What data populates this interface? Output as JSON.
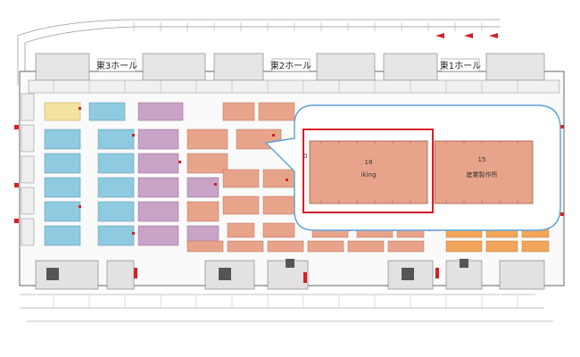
{
  "halls": [
    {
      "label": "東3ホール"
    },
    {
      "label": "東2ホール"
    },
    {
      "label": "東1ホール"
    }
  ],
  "callout": {
    "booths": [
      {
        "number": "18",
        "name": "iking",
        "highlighted": true
      },
      {
        "number": "15",
        "name": "産業製作所",
        "highlighted": false
      }
    ],
    "marker": "0"
  },
  "colors": {
    "salmon": "#e8a48a",
    "blue": "#8ecae0",
    "purple": "#c9a3c7",
    "orange": "#f2a65a",
    "highlight": "#d61f26",
    "callout_border": "#5aa0d6"
  }
}
